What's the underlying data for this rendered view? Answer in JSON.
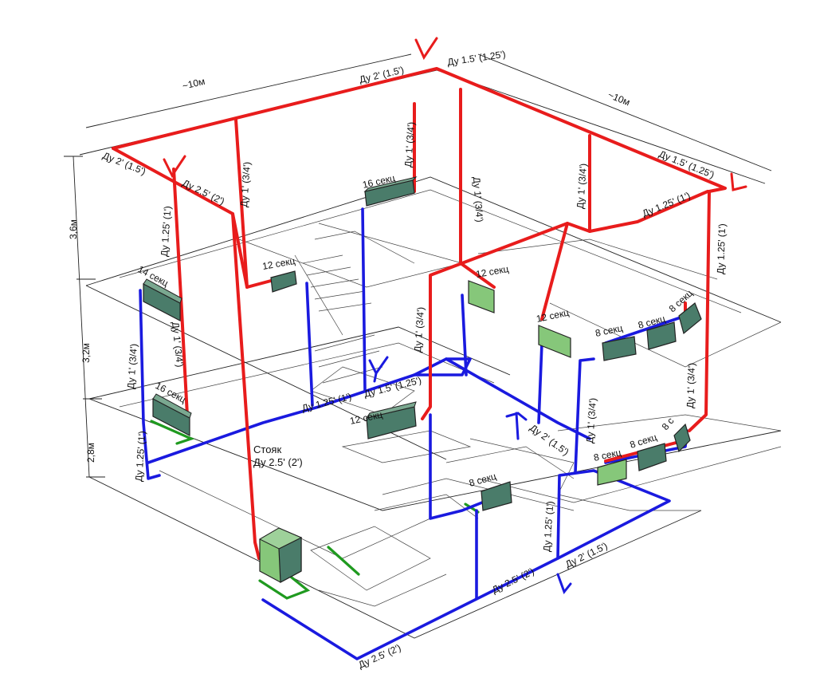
{
  "dimensions": {
    "width_left": "~10м",
    "width_right": "~10м",
    "height_top": "3,6м",
    "height_middle": "3,2м",
    "height_bottom": "2,8м"
  },
  "pipes_red": {
    "top_left_main": "Ду 2' (1.5')",
    "top_right_main": "Ду 1.5' (1.25')",
    "left_corner": "Ду 2' (1.5')",
    "left_diag": "Ду 2.5' (2')",
    "right_corner": "Ду 1.5' (1.25')",
    "right_upper": "Ду 1.25' (1')",
    "riser_a": "Ду 1' (3/4')",
    "riser_b": "Ду 1' (3/4')",
    "riser_c": "Ду 1' (3/4')",
    "riser_d": "Ду 1' (3/4')",
    "left_vertical": "Ду 1.25' (1')",
    "right_vertical": "Ду 1.25' (1')",
    "mid_vertical": "Ду 1' (3/4')",
    "right_lower_vertical": "Ду 1' (3/4')",
    "left_lower_red": "Ду 1' (3/4')"
  },
  "pipes_blue": {
    "left_lower": "Ду 1' (3/4')",
    "left_bottom": "Ду 1.25' (1')",
    "mid_a": "Ду 1.25' (1')",
    "mid_b": "Ду 1.5' (1.25')",
    "right_diag": "Ду 2' (1.5')",
    "right_vertical": "Ду 1' (3/4')",
    "bottom_right_vertical": "Ду 1.25' (1')",
    "bottom_right_diag": "Ду 2' (1.5')",
    "bottom_main": "Ду 2.5' (2')",
    "bottom_main2": "Ду 2.5' (2')"
  },
  "riser": {
    "line1": "Стояк",
    "line2": "Ду 2.5' (2')"
  },
  "radiators": [
    {
      "id": "r16top",
      "label": "16 секц"
    },
    {
      "id": "r12a",
      "label": "12 секц"
    },
    {
      "id": "r14",
      "label": "14 секц"
    },
    {
      "id": "r16left",
      "label": "16 секц"
    },
    {
      "id": "r12b",
      "label": "12 секц"
    },
    {
      "id": "r12c",
      "label": "12 секц"
    },
    {
      "id": "r8a",
      "label": "8 секц"
    },
    {
      "id": "r8b",
      "label": "8 секц"
    },
    {
      "id": "r8c",
      "label": "8 секц"
    },
    {
      "id": "r12mid",
      "label": "12 секц"
    },
    {
      "id": "r8low",
      "label": "8 секц"
    },
    {
      "id": "r8d",
      "label": "8 секц"
    },
    {
      "id": "r8e",
      "label": "8 секц"
    },
    {
      "id": "r8s",
      "label": "8 с"
    }
  ],
  "colors": {
    "supply": "#e81c1c",
    "return": "#1a1adf",
    "radiator": "#4a7c6a",
    "boiler": "#86c77a"
  }
}
